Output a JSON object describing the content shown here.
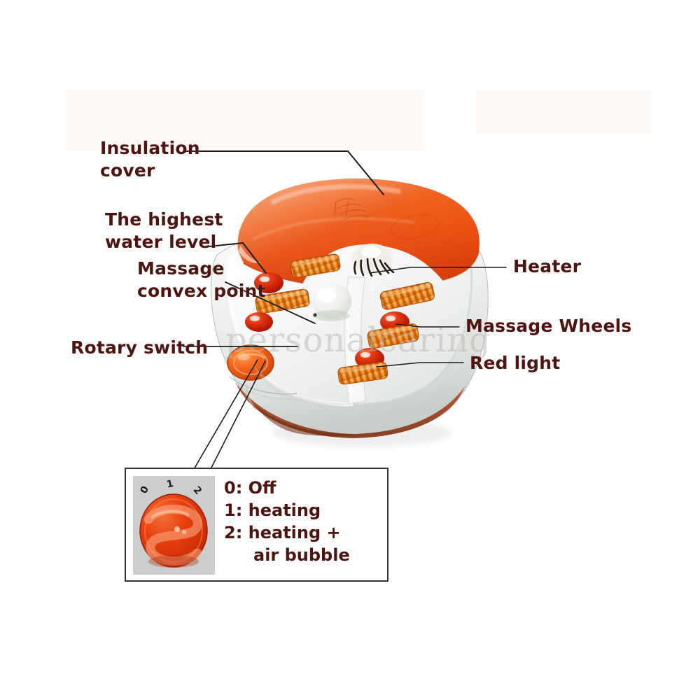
{
  "diagram": {
    "title": "Foot spa massager labeled diagram",
    "text_color": "#4e1410",
    "accent_orange": "#ef5a12",
    "red_light_color": "#c8200c",
    "watermark": "personalcaring",
    "labels": [
      {
        "id": "insulation-cover",
        "text": "Insulation\ncover"
      },
      {
        "id": "highest-water-level",
        "text": "The highest\nwater level"
      },
      {
        "id": "massage-convex-point",
        "text": "Massage\nconvex point"
      },
      {
        "id": "rotary-switch",
        "text": "Rotary switch"
      },
      {
        "id": "heater",
        "text": "Heater"
      },
      {
        "id": "massage-wheels",
        "text": "Massage Wheels"
      },
      {
        "id": "red-light",
        "text": "Red light"
      }
    ]
  },
  "inset": {
    "knob_digits": [
      "0",
      "1",
      "2"
    ],
    "legend": [
      "0: Off",
      "1: heating",
      "2: heating +",
      "air bubble"
    ]
  }
}
